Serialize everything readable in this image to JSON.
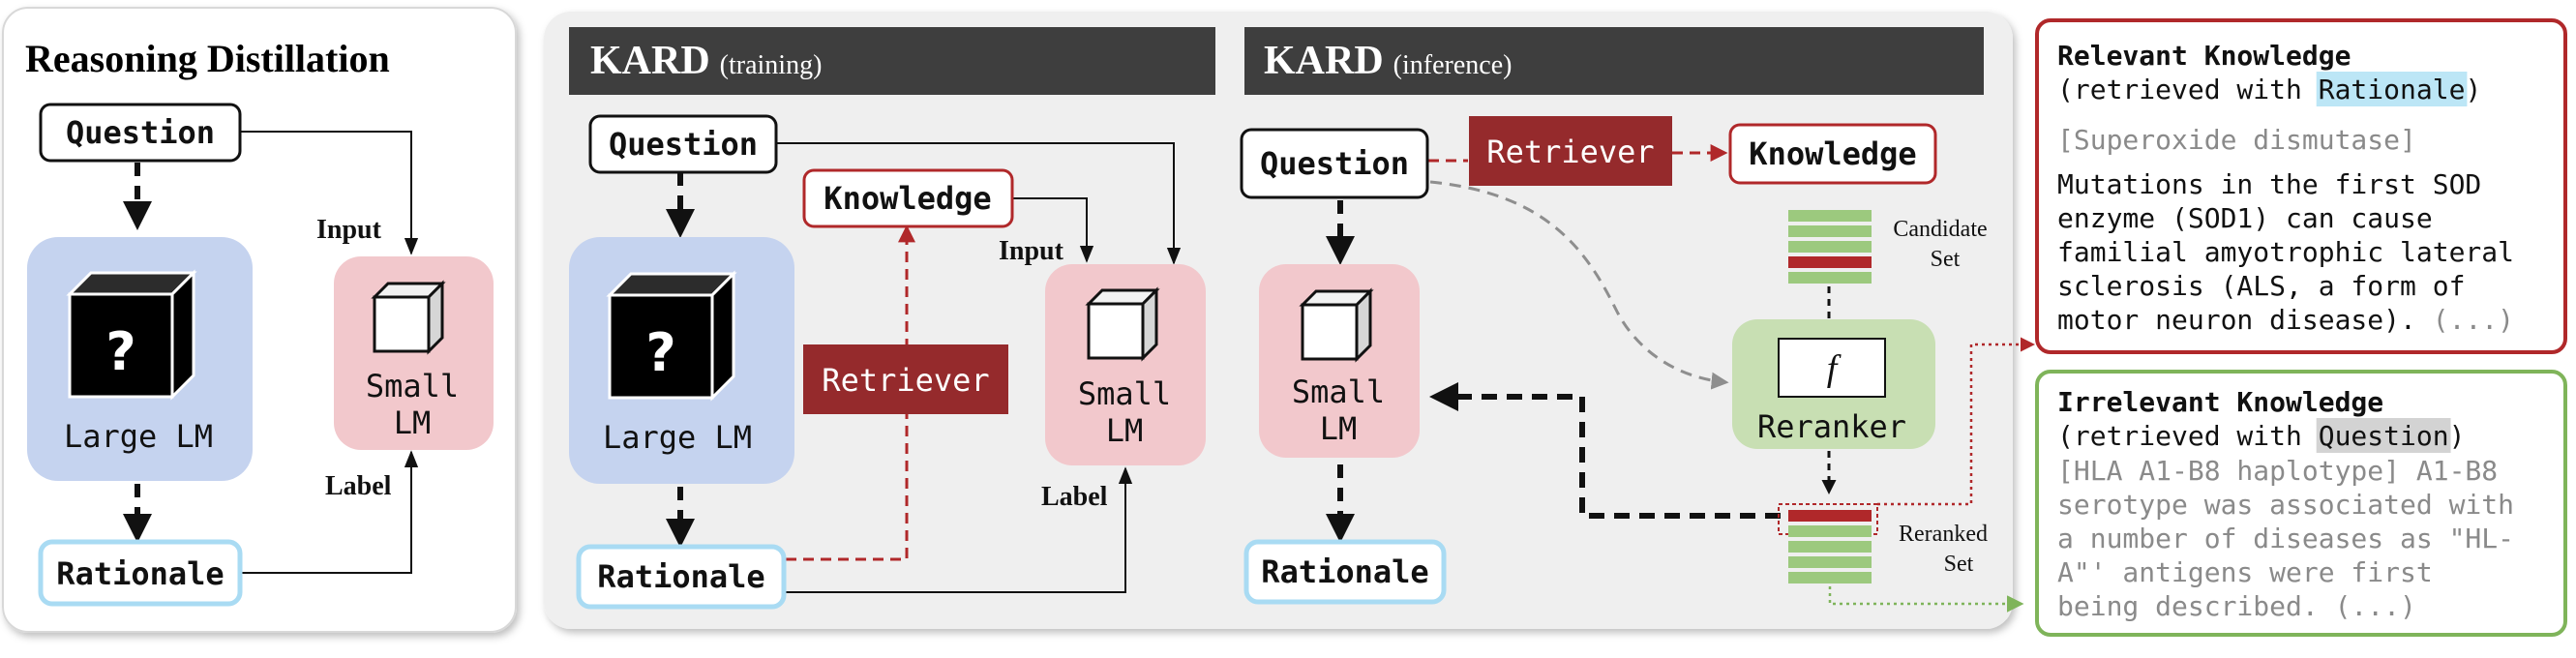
{
  "colors": {
    "lm_blue": "#c5d3ef",
    "small_pink": "#f2c8cc",
    "retriever_red": "#952a2c",
    "header_dark": "#3e3e3e",
    "panel_gray": "#efefef",
    "reranker_green": "#c8dfb3",
    "relevant_border": "#b0282a",
    "irrelevant_border": "#7fb45a",
    "rationale_border": "#a9dbf3",
    "highlight_blue": "#bce6f6",
    "highlight_gray": "#d3d3d3"
  },
  "left": {
    "title": "Reasoning Distillation",
    "question": "Question",
    "large_lm": "Large LM",
    "cube_mark": "?",
    "small_line1": "Small",
    "small_line2": "LM",
    "rationale": "Rationale",
    "input_label": "Input",
    "label_label": "Label"
  },
  "train": {
    "header_main": "KARD",
    "header_sub": "(training)",
    "question": "Question",
    "knowledge": "Knowledge",
    "large_lm": "Large LM",
    "cube_mark": "?",
    "retriever": "Retriever",
    "small_line1": "Small",
    "small_line2": "LM",
    "rationale": "Rationale",
    "input_label": "Input",
    "label_label": "Label"
  },
  "infer": {
    "header_main": "KARD",
    "header_sub": "(inference)",
    "question": "Question",
    "retriever": "Retriever",
    "knowledge": "Knowledge",
    "candidate_line1": "Candidate",
    "candidate_line2": "Set",
    "f_symbol": "f",
    "reranker": "Reranker",
    "small_line1": "Small",
    "small_line2": "LM",
    "rationale": "Rationale",
    "reranked_line1": "Reranked",
    "reranked_line2": "Set"
  },
  "relevant": {
    "title": "Relevant Knowledge",
    "sub_pre": "(retrieved with ",
    "sub_hl": "Rationale",
    "sub_post": ")",
    "topic": "[Superoxide dismutase]",
    "lines": [
      "Mutations in the first SOD",
      "enzyme (SOD1) can cause",
      "familial amyotrophic lateral",
      "sclerosis (ALS, a form of",
      "motor neuron disease)."
    ],
    "ellipsis": " (...)"
  },
  "irrelevant": {
    "title": "Irrelevant Knowledge",
    "sub_pre": "(retrieved with ",
    "sub_hl": "Question",
    "sub_post": ")",
    "lines": [
      "[HLA A1-B8 haplotype] A1-B8",
      "serotype was associated with",
      "a number of diseases as \"HL-",
      "A\"' antigens were first",
      "being described. (...)"
    ]
  }
}
